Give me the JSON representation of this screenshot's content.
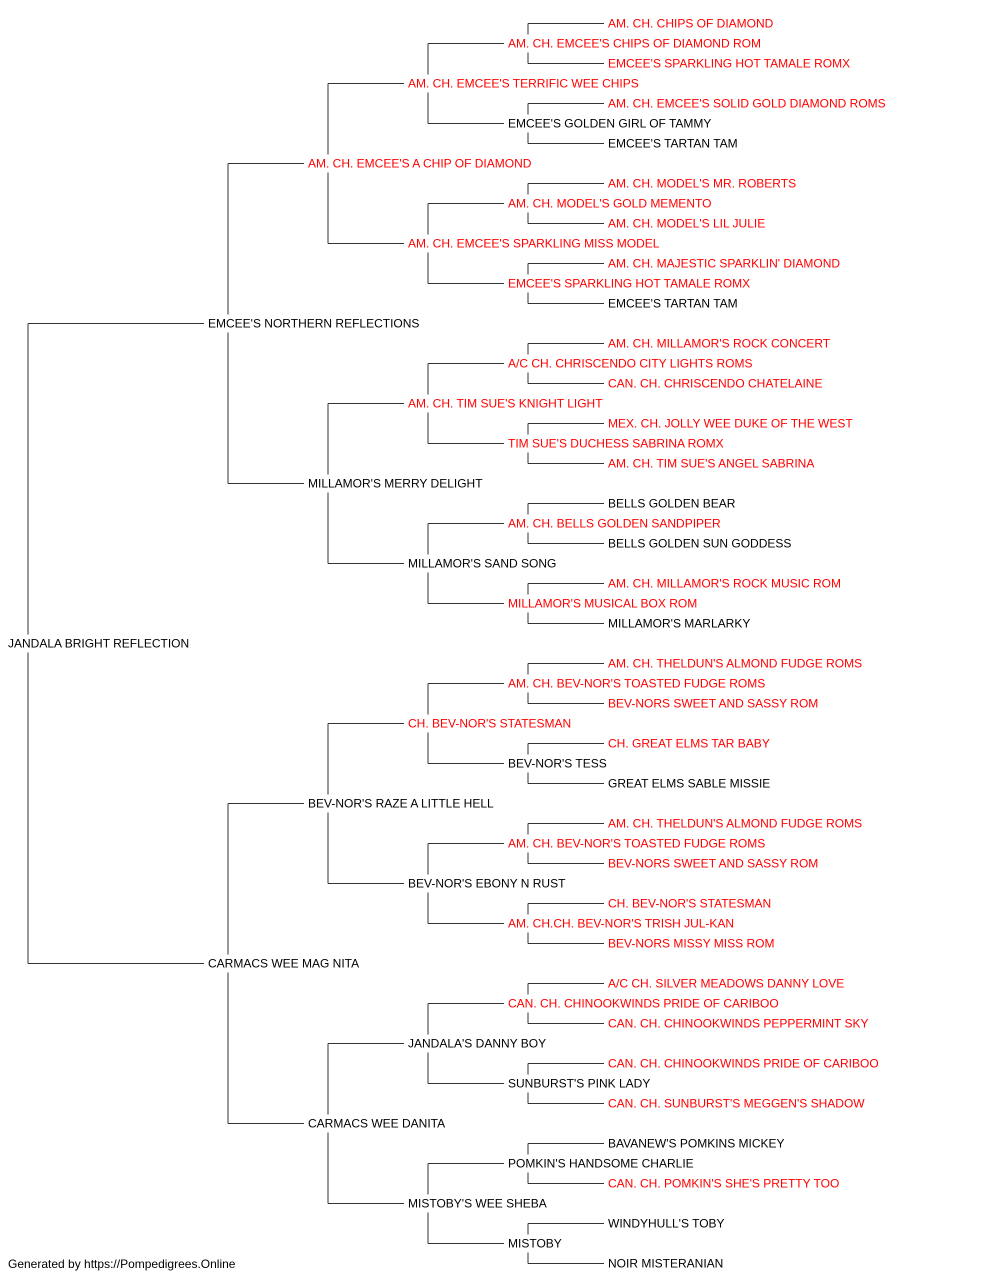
{
  "footer": "Generated by https://Pompedigrees.Online",
  "colors": {
    "champion": "#ff0000",
    "plain": "#000000",
    "line": "#333333"
  },
  "pedigree": {
    "name": "JANDALA BRIGHT REFLECTION",
    "champion": false,
    "sire": {
      "name": "EMCEE'S NORTHERN REFLECTIONS",
      "champion": false,
      "sire": {
        "name": "AM. CH. EMCEE'S A CHIP OF DIAMOND",
        "champion": true,
        "sire": {
          "name": "AM. CH. EMCEE'S TERRIFIC WEE CHIPS",
          "champion": true,
          "sire": {
            "name": "AM. CH. EMCEE'S CHIPS OF DIAMOND ROM",
            "champion": true,
            "sire": {
              "name": "AM. CH. CHIPS OF DIAMOND",
              "champion": true
            },
            "dam": {
              "name": "EMCEE'S SPARKLING HOT TAMALE ROMX",
              "champion": true
            }
          },
          "dam": {
            "name": "EMCEE'S GOLDEN GIRL OF TAMMY",
            "champion": false,
            "sire": {
              "name": "AM. CH. EMCEE'S SOLID GOLD DIAMOND ROMS",
              "champion": true
            },
            "dam": {
              "name": "EMCEE'S TARTAN TAM",
              "champion": false
            }
          }
        },
        "dam": {
          "name": "AM. CH. EMCEE'S SPARKLING MISS MODEL",
          "champion": true,
          "sire": {
            "name": "AM. CH. MODEL'S GOLD MEMENTO",
            "champion": true,
            "sire": {
              "name": "AM. CH. MODEL'S MR. ROBERTS",
              "champion": true
            },
            "dam": {
              "name": "AM. CH. MODEL'S LIL JULIE",
              "champion": true
            }
          },
          "dam": {
            "name": "EMCEE'S SPARKLING HOT TAMALE ROMX",
            "champion": true,
            "sire": {
              "name": "AM. CH. MAJESTIC SPARKLIN' DIAMOND",
              "champion": true
            },
            "dam": {
              "name": "EMCEE'S TARTAN TAM",
              "champion": false
            }
          }
        }
      },
      "dam": {
        "name": "MILLAMOR'S MERRY DELIGHT",
        "champion": false,
        "sire": {
          "name": "AM. CH. TIM SUE'S KNIGHT LIGHT",
          "champion": true,
          "sire": {
            "name": "A/C CH. CHRISCENDO CITY LIGHTS ROMS",
            "champion": true,
            "sire": {
              "name": "AM. CH. MILLAMOR'S ROCK CONCERT",
              "champion": true
            },
            "dam": {
              "name": "CAN. CH. CHRISCENDO CHATELAINE",
              "champion": true
            }
          },
          "dam": {
            "name": "TIM SUE'S DUCHESS SABRINA ROMX",
            "champion": true,
            "sire": {
              "name": "MEX. CH. JOLLY WEE DUKE OF THE WEST",
              "champion": true
            },
            "dam": {
              "name": "AM. CH. TIM SUE'S ANGEL SABRINA",
              "champion": true
            }
          }
        },
        "dam": {
          "name": "MILLAMOR'S SAND SONG",
          "champion": false,
          "sire": {
            "name": "AM. CH. BELLS GOLDEN SANDPIPER",
            "champion": true,
            "sire": {
              "name": "BELLS GOLDEN BEAR",
              "champion": false
            },
            "dam": {
              "name": "BELLS GOLDEN SUN GODDESS",
              "champion": false
            }
          },
          "dam": {
            "name": "MILLAMOR'S MUSICAL BOX ROM",
            "champion": true,
            "sire": {
              "name": "AM. CH. MILLAMOR'S ROCK MUSIC ROM",
              "champion": true
            },
            "dam": {
              "name": "MILLAMOR'S MARLARKY",
              "champion": false
            }
          }
        }
      }
    },
    "dam": {
      "name": "CARMACS WEE MAG NITA",
      "champion": false,
      "sire": {
        "name": "BEV-NOR'S RAZE A LITTLE HELL",
        "champion": false,
        "sire": {
          "name": "CH. BEV-NOR'S STATESMAN",
          "champion": true,
          "sire": {
            "name": "AM. CH. BEV-NOR'S TOASTED FUDGE ROMS",
            "champion": true,
            "sire": {
              "name": "AM. CH. THELDUN'S ALMOND FUDGE ROMS",
              "champion": true
            },
            "dam": {
              "name": "BEV-NORS SWEET AND SASSY ROM",
              "champion": true
            }
          },
          "dam": {
            "name": "BEV-NOR'S TESS",
            "champion": false,
            "sire": {
              "name": "CH. GREAT ELMS TAR BABY",
              "champion": true
            },
            "dam": {
              "name": "GREAT ELMS SABLE MISSIE",
              "champion": false
            }
          }
        },
        "dam": {
          "name": "BEV-NOR'S EBONY N RUST",
          "champion": false,
          "sire": {
            "name": "AM. CH. BEV-NOR'S TOASTED FUDGE ROMS",
            "champion": true,
            "sire": {
              "name": "AM. CH. THELDUN'S ALMOND FUDGE ROMS",
              "champion": true
            },
            "dam": {
              "name": "BEV-NORS SWEET AND SASSY ROM",
              "champion": true
            }
          },
          "dam": {
            "name": "AM. CH.CH. BEV-NOR'S TRISH JUL-KAN",
            "champion": true,
            "sire": {
              "name": "CH. BEV-NOR'S STATESMAN",
              "champion": true
            },
            "dam": {
              "name": "BEV-NORS MISSY MISS ROM",
              "champion": true
            }
          }
        }
      },
      "dam": {
        "name": "CARMACS WEE DANITA",
        "champion": false,
        "sire": {
          "name": "JANDALA'S DANNY BOY",
          "champion": false,
          "sire": {
            "name": "CAN. CH. CHINOOKWINDS PRIDE OF CARIBOO",
            "champion": true,
            "sire": {
              "name": "A/C CH. SILVER MEADOWS DANNY LOVE",
              "champion": true
            },
            "dam": {
              "name": "CAN. CH. CHINOOKWINDS PEPPERMINT SKY",
              "champion": true
            }
          },
          "dam": {
            "name": "SUNBURST'S PINK LADY",
            "champion": false,
            "sire": {
              "name": "CAN. CH. CHINOOKWINDS PRIDE OF CARIBOO",
              "champion": true
            },
            "dam": {
              "name": "CAN. CH. SUNBURST'S MEGGEN'S SHADOW",
              "champion": true
            }
          }
        },
        "dam": {
          "name": "MISTOBY'S WEE SHEBA",
          "champion": false,
          "sire": {
            "name": "POMKIN'S HANDSOME CHARLIE",
            "champion": false,
            "sire": {
              "name": "BAVANEW'S POMKINS MICKEY",
              "champion": false
            },
            "dam": {
              "name": "CAN. CH. POMKIN'S SHE'S PRETTY TOO",
              "champion": true
            }
          },
          "dam": {
            "name": "MISTOBY",
            "champion": false,
            "sire": {
              "name": "WINDYHULL'S TOBY",
              "champion": false
            },
            "dam": {
              "name": "NOIR MISTERANIAN",
              "champion": false
            }
          }
        }
      }
    }
  }
}
